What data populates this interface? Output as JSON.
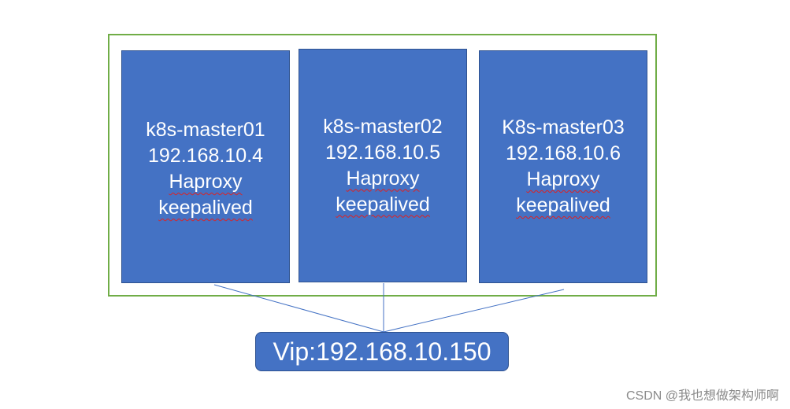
{
  "nodes": [
    {
      "hostname": "k8s-master01",
      "ip": "192.168.10.4",
      "service1": "Haproxy",
      "service2": "keepalived"
    },
    {
      "hostname": "k8s-master02",
      "ip": "192.168.10.5",
      "service1": "Haproxy",
      "service2": "keepalived"
    },
    {
      "hostname": "K8s-master03",
      "ip": "192.168.10.6",
      "service1": "Haproxy",
      "service2": "keepalived"
    }
  ],
  "vip": {
    "label": "Vip:192.168.10.150"
  },
  "watermark": "CSDN @我也想做架构师啊",
  "colors": {
    "node_fill": "#4472c4",
    "node_border": "#2f528f",
    "group_border": "#70ad47",
    "connector": "#4472c4",
    "spellcheck_underline": "#e02020"
  }
}
